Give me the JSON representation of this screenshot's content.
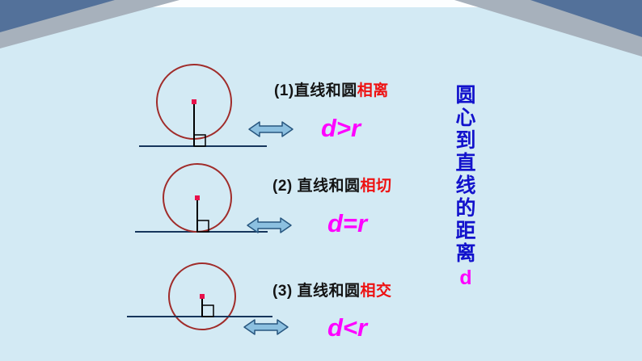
{
  "slide": {
    "rows": [
      {
        "label_black": "(1)直线和圆",
        "label_red": "相离",
        "formula": "d>r"
      },
      {
        "label_black": "(2) 直线和圆",
        "label_red": "相切",
        "formula": "d=r"
      },
      {
        "label_black": "(3) 直线和圆",
        "label_red": "相交",
        "formula": "d<r"
      }
    ],
    "side_note": {
      "chars": [
        "圆",
        "心",
        "到",
        "直",
        "线",
        "的",
        "距",
        "离"
      ],
      "suffix": "d"
    },
    "colors": {
      "background": "#d3eaf4",
      "formula_magenta": "#ff00ff",
      "label_red": "#ee1111",
      "side_text_blue": "#1212cc",
      "circle_stroke": "#a02c2a",
      "baseline_stroke": "#16365c",
      "arrow_fill": "#8cc0e0",
      "arrow_stroke": "#27567f",
      "corner_blue": "#53719a",
      "corner_gray": "#a7b1bc"
    }
  }
}
